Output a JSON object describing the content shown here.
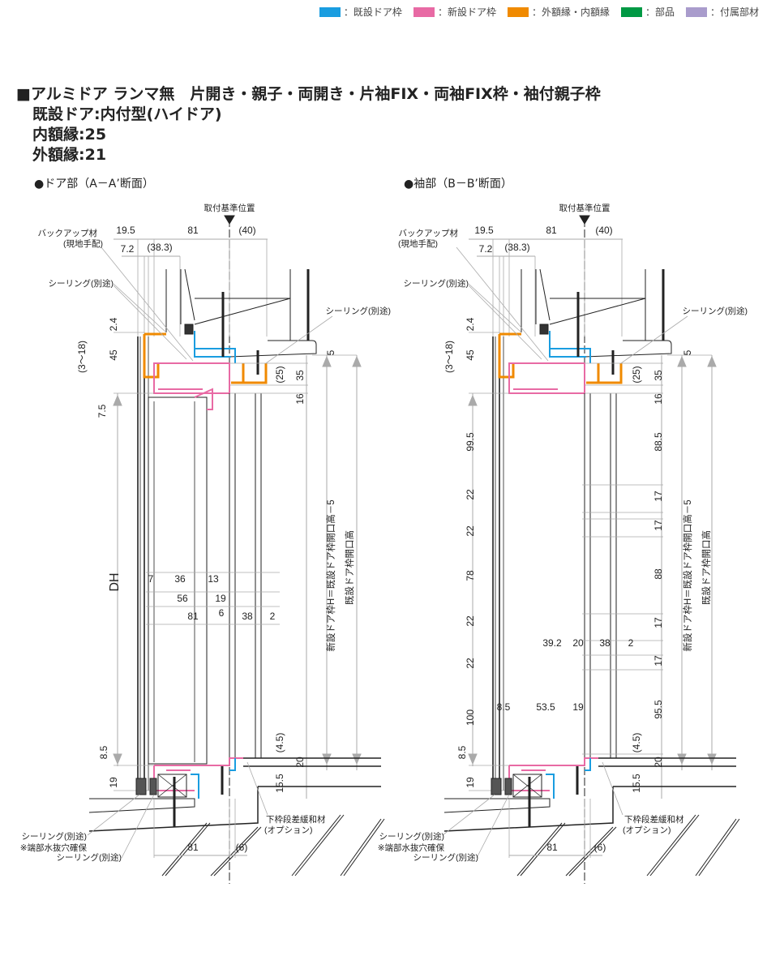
{
  "legend": [
    {
      "label": "：既設ドア枠",
      "color": "#1a9de0"
    },
    {
      "label": "：新設ドア枠",
      "color": "#e86aa4"
    },
    {
      "label": "：外額縁・内額縁",
      "color": "#f08a00"
    },
    {
      "label": "：部品",
      "color": "#009944"
    },
    {
      "label": "：付属部材",
      "color": "#a99ccc"
    }
  ],
  "title": {
    "line1": "■アルミドア ランマ無　片開き・親子・両開き・片袖FIX・両袖FIX枠・袖付親子枠",
    "line2": "既設ドア:内付型(ハイドア)",
    "line3": "内額縁:25",
    "line4": "外額縁:21"
  },
  "sections": {
    "door": "●ドア部（A－A’断面）",
    "side": "●袖部（B－B’断面）"
  },
  "labels": {
    "ref": "取付基準位置",
    "backup1": "バックアップ材",
    "backup2": "(現地手配)",
    "sealing": "シーリング(別途)",
    "drain": "※端部水抜穴確保",
    "sill1": "下枠段差緩和材",
    "sill2": "(オプション)",
    "newH": "新設ドア枠H＝既設ドア枠開口高－5",
    "oldH": "既設ドア枠開口高",
    "DH": "DH"
  },
  "dims_door": {
    "top": [
      "19.5",
      "81",
      "(40)",
      "7.2",
      "(38.3)"
    ],
    "left": [
      "2.4",
      "(3～18)",
      "45",
      "7.5",
      "8.5",
      "19"
    ],
    "right": [
      "5",
      "(25)",
      "35",
      "16",
      "(4.5)",
      "20",
      "15.5"
    ],
    "mid": [
      "7",
      "36",
      "13",
      "56",
      "19",
      "6",
      "81",
      "38",
      "2"
    ],
    "bottom": [
      "81",
      "(6)"
    ]
  },
  "dims_side": {
    "top": [
      "19.5",
      "81",
      "(40)",
      "7.2",
      "(38.3)"
    ],
    "left": [
      "2.4",
      "(3～18)",
      "45",
      "99.5",
      "22",
      "22",
      "78",
      "22",
      "22",
      "100",
      "8.5",
      "19"
    ],
    "right": [
      "5",
      "(25)",
      "35",
      "16",
      "88.5",
      "17",
      "17",
      "88",
      "17",
      "17",
      "95.5",
      "(4.5)",
      "20",
      "15.5"
    ],
    "mid": [
      "39.2",
      "20",
      "38",
      "2",
      "8.5",
      "53.5",
      "19"
    ],
    "bottom": [
      "81",
      "(6)"
    ]
  }
}
